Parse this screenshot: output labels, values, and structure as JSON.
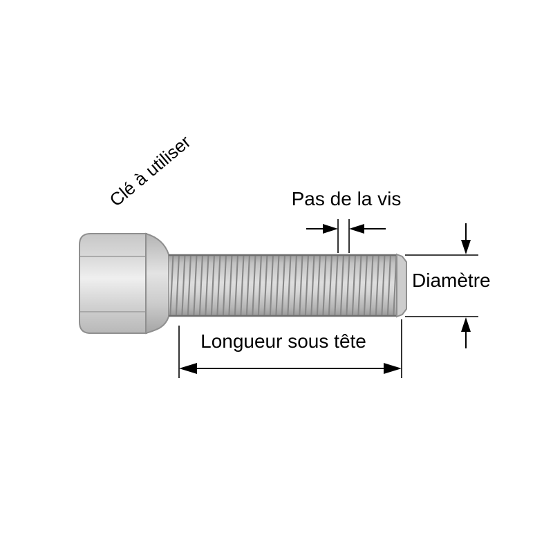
{
  "diagram": {
    "labels": {
      "wrench": "Clé à utiliser",
      "pitch": "Pas de la vis",
      "diameter": "Diamètre",
      "length_under_head": "Longueur sous tête"
    },
    "colors": {
      "background": "#ffffff",
      "line": "#000000",
      "text": "#000000",
      "bolt_light": "#eaeaea",
      "bolt_mid": "#c6c6c6",
      "bolt_dark": "#8f8f8f"
    }
  }
}
